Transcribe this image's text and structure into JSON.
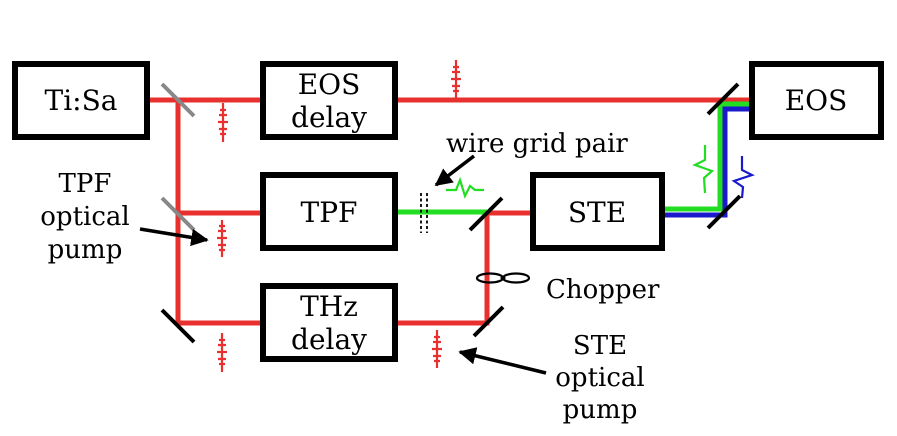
{
  "boxes": {
    "tisa": "Ti:Sa",
    "eos_delay_1": "EOS",
    "eos_delay_2": "delay",
    "tpf": "TPF",
    "thz_delay_1": "THz",
    "thz_delay_2": "delay",
    "ste": "STE",
    "eos": "EOS"
  },
  "annotations": {
    "wire_grid": "wire grid pair",
    "chopper": "Chopper",
    "tpf_pump_1": "TPF",
    "tpf_pump_2": "optical",
    "tpf_pump_3": "pump",
    "ste_pump_1": "STE",
    "ste_pump_2": "optical",
    "ste_pump_3": "pump"
  },
  "colors": {
    "optical_beam": "#e8302e",
    "thz_beam": "#22dd22",
    "probe_overlap_beam": "#1a1acc"
  }
}
